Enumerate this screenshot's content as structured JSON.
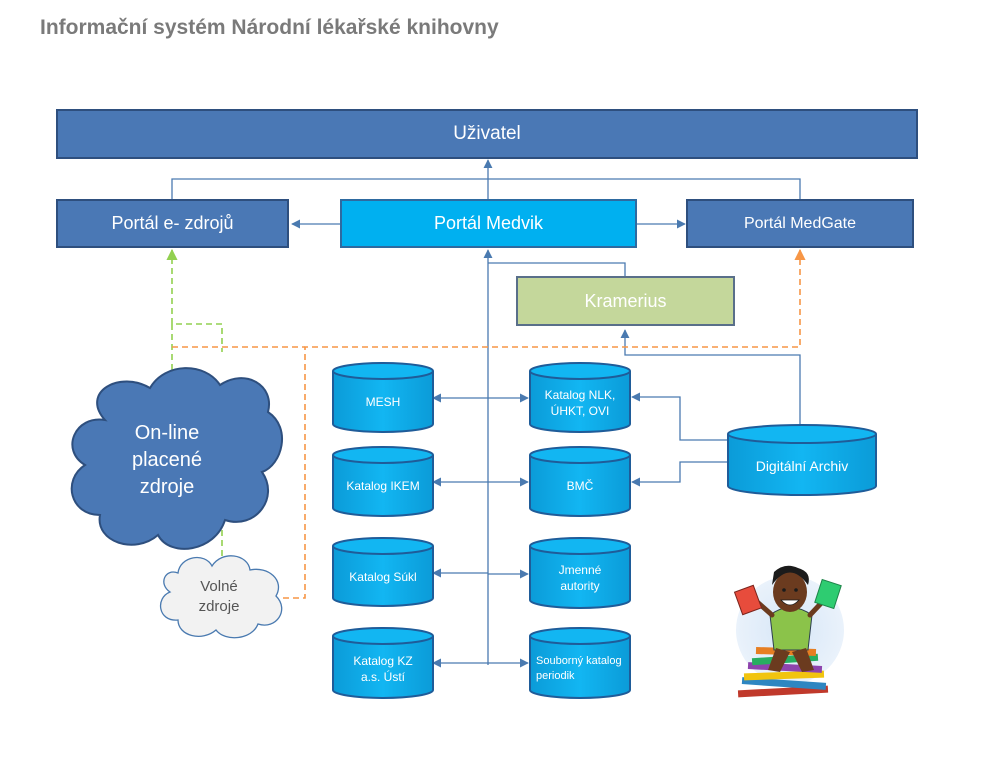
{
  "title": "Informační systém Národní lékařské knihovny",
  "boxes": {
    "uzivatel": "Uživatel",
    "portal_ezdroju": "Portál e- zdrojů",
    "portal_medvik": "Portál Medvik",
    "portal_medgate": "Portál MedGate",
    "kramerius": "Kramerius"
  },
  "databases": {
    "mesh": "MESH",
    "katalog_nlk": "Katalog NLK, ÚHKT, OVI",
    "katalog_ikem": "Katalog IKEM",
    "bmc": "BMČ",
    "katalog_sukl": "Katalog Súkl",
    "jmenne_autority": "Jmenné autority",
    "katalog_kz": "Katalog KZ a.s. Ústí",
    "soubor_katalog": "Souborný katalog periodik",
    "digitalni_archiv": "Digitální Archiv"
  },
  "clouds": {
    "online": "On-line placené zdroje",
    "volne": "Volné zdroje"
  },
  "colors": {
    "dark_box": "#4a78b5",
    "light_box": "#00b0f0",
    "kramerius": "#c4d79b",
    "cylinder": "#00b0f0",
    "connector": "#4a7ab0",
    "dashed_green": "#92d050",
    "dashed_orange": "#f79646"
  }
}
